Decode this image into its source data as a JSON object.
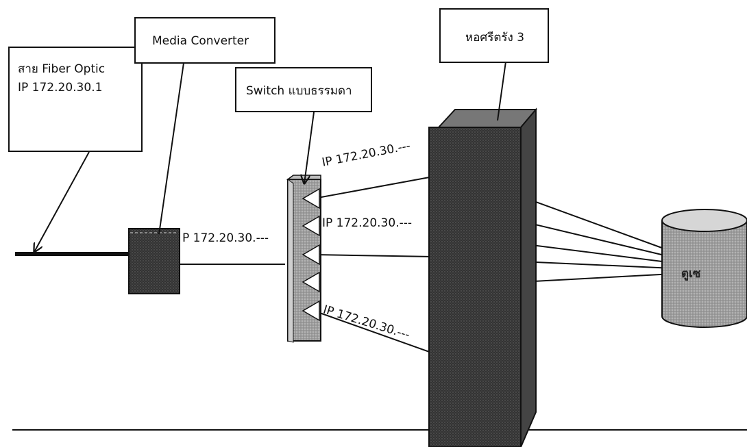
{
  "callouts": {
    "fiber": {
      "line1": "สาย Fiber Optic",
      "line2": "IP 172.20.30.1"
    },
    "media_converter": "Media Converter",
    "switch": "Switch แบบธรรมดา",
    "tower": "หอศรีตรัง 3"
  },
  "ip_labels": {
    "upper": "IP 172.20.30.---",
    "middle": "IP 172.20.30.---",
    "lower": "IP 172.20.30.---",
    "converter": "P 172.20.30.---"
  },
  "cylinder_label": "ตูเซ",
  "colors": {
    "line": "#111111",
    "tower": "#2b2b2b",
    "switch": "#9a9a9a",
    "cylinder": "#8a8a8a"
  }
}
